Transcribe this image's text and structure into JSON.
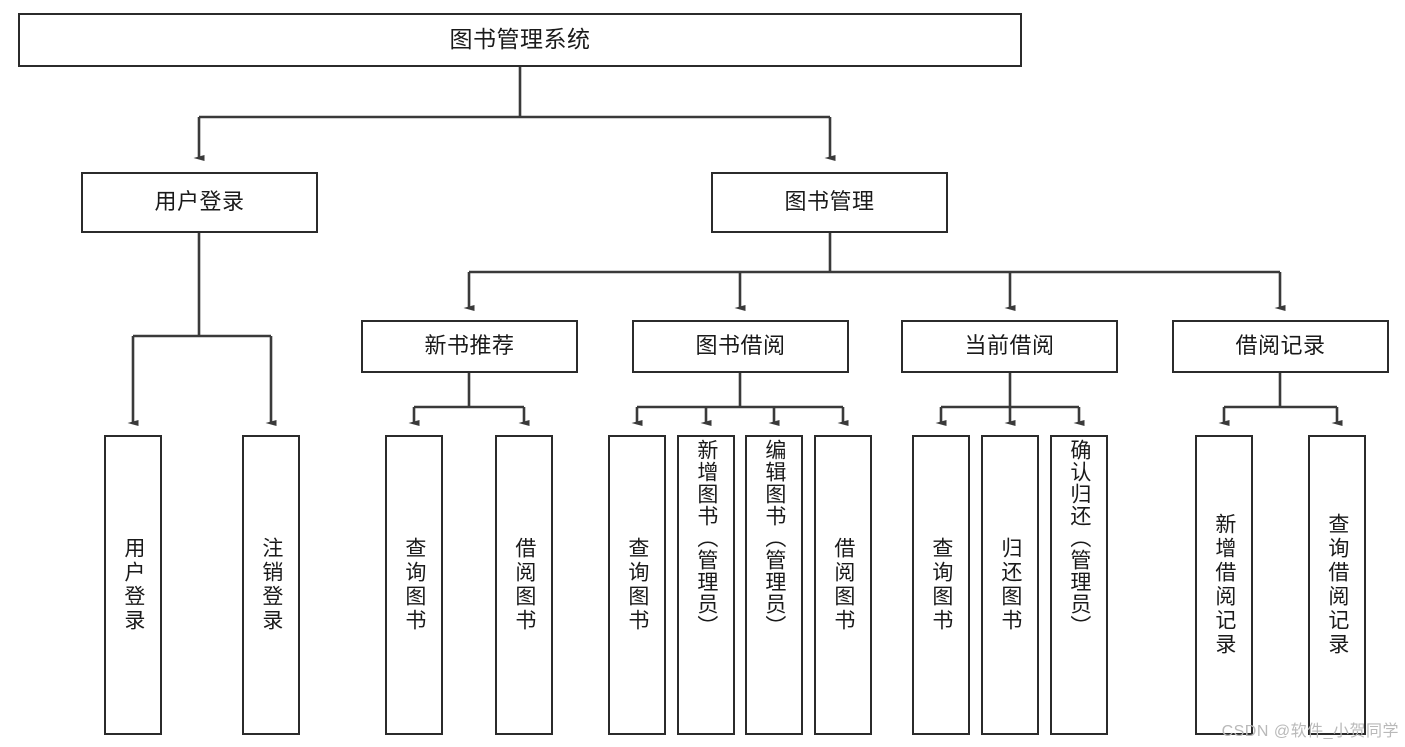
{
  "diagram": {
    "title": "图书管理系统",
    "type": "hierarchy-tree",
    "orientation": "top-down",
    "colors": {
      "box_border": "#2b2b2b",
      "box_fill": "#ffffff",
      "edge": "#3a3a3a",
      "text": "#1a1a1a",
      "watermark": "#b9b9b9",
      "background": "#ffffff"
    }
  },
  "watermark": "CSDN @软件_小贺同学",
  "nodes": {
    "root": {
      "label": "图书管理系统"
    },
    "level2": [
      {
        "id": "user-login",
        "label": "用户登录"
      },
      {
        "id": "book-manage",
        "label": "图书管理"
      }
    ],
    "level3": [
      {
        "id": "new-book-recommend",
        "label": "新书推荐"
      },
      {
        "id": "book-borrow",
        "label": "图书借阅"
      },
      {
        "id": "current-borrow",
        "label": "当前借阅"
      },
      {
        "id": "borrow-record",
        "label": "借阅记录"
      }
    ],
    "leaves": {
      "user-login": [
        {
          "id": "leaf-user-login",
          "label": "用户登录"
        },
        {
          "id": "leaf-logout-login",
          "label": "注销登录"
        }
      ],
      "new-book-recommend": [
        {
          "id": "leaf-query-book-1",
          "label": "查询图书"
        },
        {
          "id": "leaf-borrow-book-1",
          "label": "借阅图书"
        }
      ],
      "book-borrow": [
        {
          "id": "leaf-query-book-2",
          "label": "查询图书"
        },
        {
          "id": "leaf-add-book",
          "label": "新增图书（管理员）"
        },
        {
          "id": "leaf-edit-book",
          "label": "编辑图书（管理员）"
        },
        {
          "id": "leaf-borrow-book-2",
          "label": "借阅图书"
        }
      ],
      "current-borrow": [
        {
          "id": "leaf-query-book-3",
          "label": "查询图书"
        },
        {
          "id": "leaf-return-book",
          "label": "归还图书"
        },
        {
          "id": "leaf-confirm-return",
          "label": "确认归还（管理员）"
        }
      ],
      "borrow-record": [
        {
          "id": "leaf-add-record",
          "label": "新增借阅记录"
        },
        {
          "id": "leaf-query-record",
          "label": "查询借阅记录"
        }
      ]
    }
  }
}
